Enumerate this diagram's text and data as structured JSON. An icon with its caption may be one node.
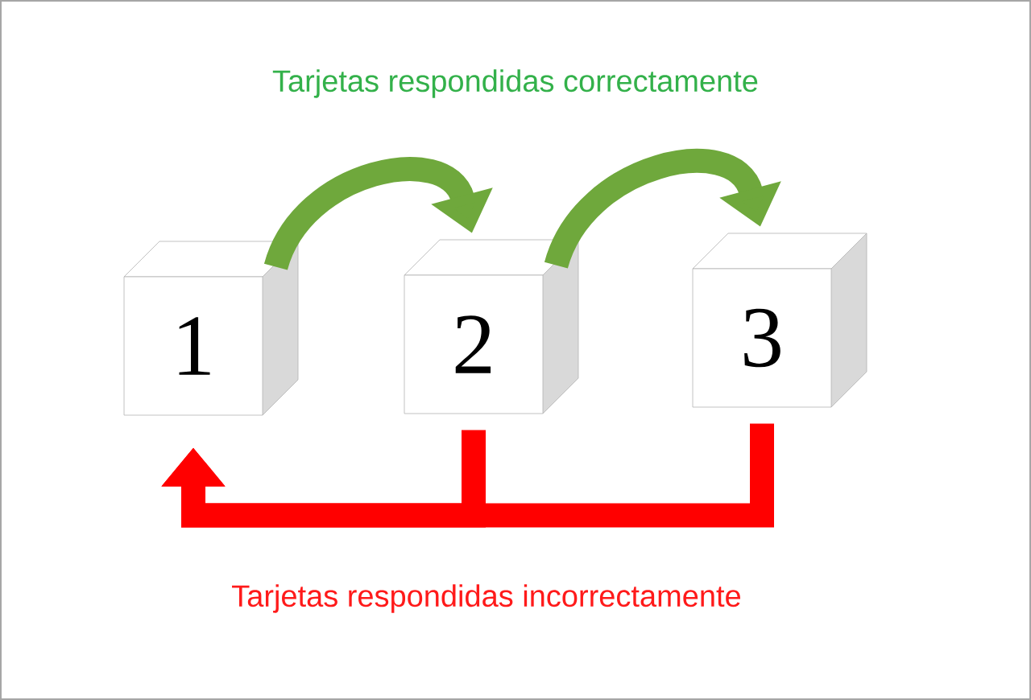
{
  "diagram": {
    "nodes": [
      {
        "text": [
          "1"
        ]
      },
      {
        "text": [
          "2"
        ]
      },
      {
        "text": [
          "3"
        ]
      }
    ],
    "edges": [
      {
        "from": 0,
        "to": 1,
        "arrow": "to",
        "color": "#6fa83c"
      },
      {
        "from": 1,
        "to": 2,
        "arrow": "to",
        "color": "#6fa83c"
      },
      {
        "from": 1,
        "to": 0,
        "arrow": "to",
        "color": "#ff0000"
      },
      {
        "from": 2,
        "to": 0,
        "arrow": "to",
        "color": "#ff0000"
      }
    ],
    "labels": [
      "Tarjetas respondidas correctamente",
      "Tarjetas respondidas incorrectamente"
    ]
  }
}
